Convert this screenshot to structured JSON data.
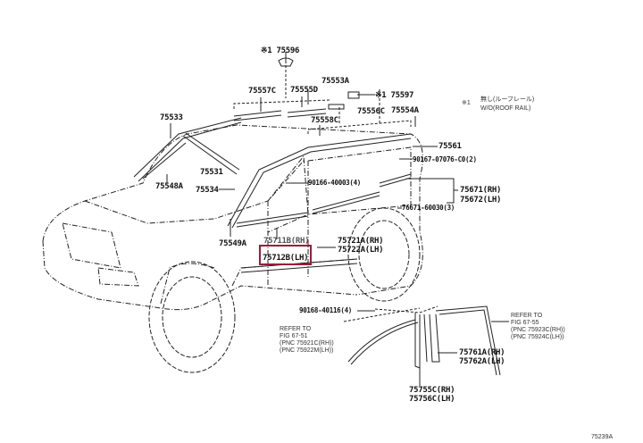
{
  "diagram": {
    "highlight_color": "#9b1c3a",
    "parts": {
      "p75596": "※1 75596",
      "p75553A": "75553A",
      "p75597": "※1 75597",
      "p75557C": "75557C",
      "p75555D": "75555D",
      "p75556C": "75556C",
      "p75554A": "75554A",
      "p75533": "75533",
      "p75558C": "75558C",
      "p75561": "75561",
      "p90167": "90167-07076-C0(2)",
      "p75531": "75531",
      "p75548A": "75548A",
      "p75534": "75534",
      "p90166": "90166-40003(4)",
      "p75671": "75671(RH)",
      "p75672": "75672(LH)",
      "p76671": "76671-60030(3)",
      "p75711B": "75711B(RH)",
      "p75712B": "75712B(LH)",
      "p75549A": "75549A",
      "p75721A": "75721A(RH)",
      "p75722A": "75722A(LH)",
      "p90168": "90168-40116(4)",
      "p75761A": "75761A(RH)",
      "p75762A": "75762A(LH)",
      "p75755C": "75755C(RH)",
      "p75756C": "75756C(LH)"
    },
    "note_roof": {
      "mark": "※1",
      "line1": "無し(ルーフレール)",
      "line2": "W/O(ROOF RAIL)"
    },
    "refer_left": {
      "line1": "REFER TO",
      "line2": "FIG 67-51",
      "line3": "(PNC 75921C(RH))",
      "line4": "(PNC 75922M(LH))"
    },
    "refer_right": {
      "line1": "REFER TO",
      "line2": "FIG 67-55",
      "line3": "(PNC 75923C(RH))",
      "line4": "(PNC 75924C(LH))"
    },
    "figure_id": "75239A"
  }
}
